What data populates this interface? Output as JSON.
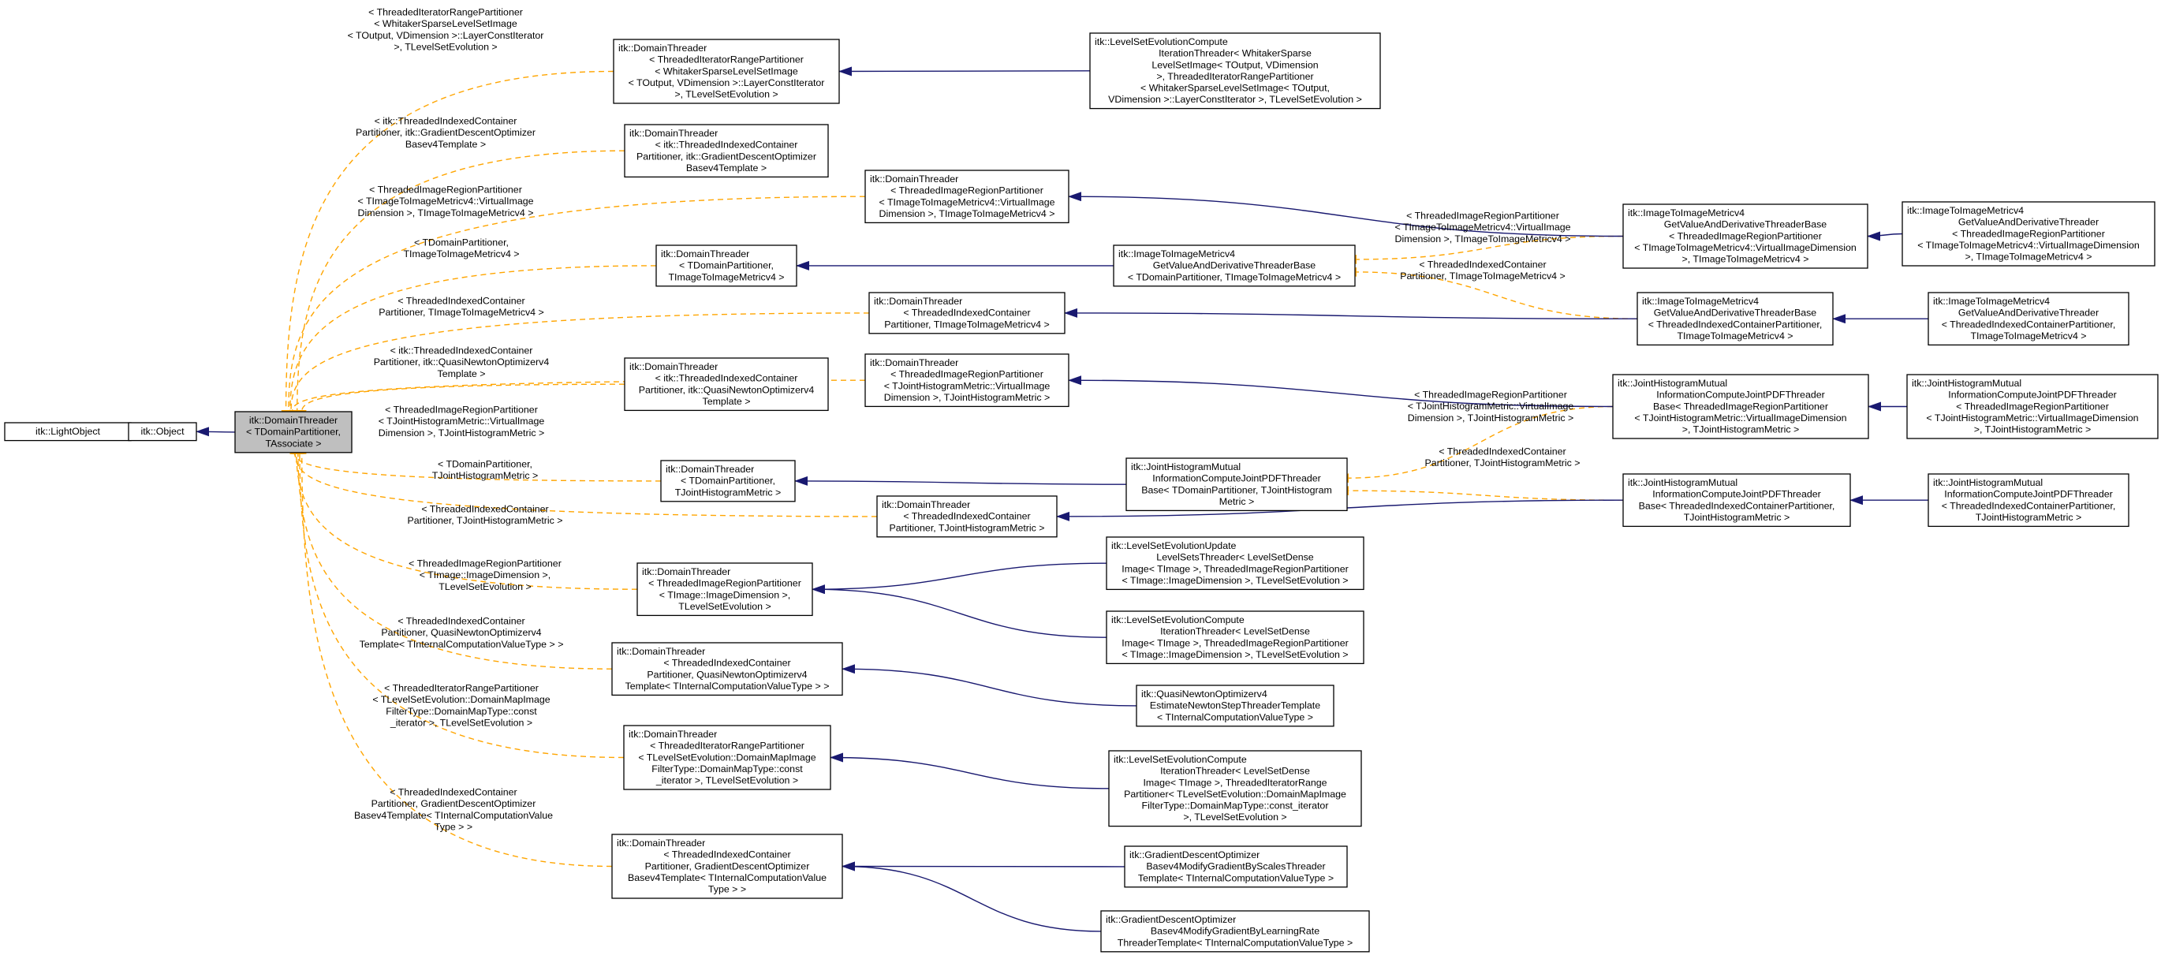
{
  "diagram": {
    "type": "inheritance-collaboration-graph",
    "colors": {
      "inheritance_edge": "#191970",
      "template_edge": "#ffa500",
      "focus_fill": "#bfbfbf",
      "node_fill": "#ffffff",
      "node_border": "#000000"
    },
    "nodes": [
      {
        "id": "lightobject",
        "lines": [
          "itk::LightObject"
        ]
      },
      {
        "id": "object",
        "lines": [
          "itk::Object"
        ]
      },
      {
        "id": "dt",
        "focus": true,
        "lines": [
          "itk::DomainThreader",
          "< TDomainPartitioner,",
          "TAssociate >"
        ]
      },
      {
        "id": "dt1",
        "lines": [
          "itk::DomainThreader",
          "< ThreadedIteratorRangePartitioner",
          "< WhitakerSparseLevelSetImage",
          "< TOutput, VDimension >::LayerConstIterator",
          ">, TLevelSetEvolution >"
        ]
      },
      {
        "id": "ls1",
        "lines": [
          "itk::LevelSetEvolutionCompute",
          "IterationThreader< WhitakerSparse",
          "LevelSetImage< TOutput, VDimension",
          ">, ThreadedIteratorRangePartitioner",
          "< WhitakerSparseLevelSetImage< TOutput,",
          "VDimension >::LayerConstIterator >, TLevelSetEvolution >"
        ]
      },
      {
        "id": "dt2",
        "lines": [
          "itk::DomainThreader",
          "< itk::ThreadedIndexedContainer",
          "Partitioner, itk::GradientDescentOptimizer",
          "Basev4Template >"
        ]
      },
      {
        "id": "dt3",
        "lines": [
          "itk::DomainThreader",
          "< ThreadedImageRegionPartitioner",
          "< TImageToImageMetricv4::VirtualImage",
          "Dimension >, TImageToImageMetricv4 >"
        ]
      },
      {
        "id": "m1",
        "lines": [
          "itk::ImageToImageMetricv4",
          "GetValueAndDerivativeThreaderBase",
          "< ThreadedImageRegionPartitioner",
          "< TImageToImageMetricv4::VirtualImageDimension",
          ">, TImageToImageMetricv4 >"
        ]
      },
      {
        "id": "m1c",
        "lines": [
          "itk::ImageToImageMetricv4",
          "GetValueAndDerivativeThreader",
          "< ThreadedImageRegionPartitioner",
          "< TImageToImageMetricv4::VirtualImageDimension",
          ">, TImageToImageMetricv4 >"
        ]
      },
      {
        "id": "dt4",
        "lines": [
          "itk::DomainThreader",
          "< TDomainPartitioner,",
          "TImageToImageMetricv4 >"
        ]
      },
      {
        "id": "m0",
        "lines": [
          "itk::ImageToImageMetricv4",
          "GetValueAndDerivativeThreaderBase",
          "< TDomainPartitioner, TImageToImageMetricv4 >"
        ]
      },
      {
        "id": "dt5",
        "lines": [
          "itk::DomainThreader",
          "< ThreadedIndexedContainer",
          "Partitioner, TImageToImageMetricv4 >"
        ]
      },
      {
        "id": "m2",
        "lines": [
          "itk::ImageToImageMetricv4",
          "GetValueAndDerivativeThreaderBase",
          "< ThreadedIndexedContainerPartitioner,",
          "TImageToImageMetricv4 >"
        ]
      },
      {
        "id": "m2c",
        "lines": [
          "itk::ImageToImageMetricv4",
          "GetValueAndDerivativeThreader",
          "< ThreadedIndexedContainerPartitioner,",
          "TImageToImageMetricv4 >"
        ]
      },
      {
        "id": "dt6",
        "lines": [
          "itk::DomainThreader",
          "< itk::ThreadedIndexedContainer",
          "Partitioner, itk::QuasiNewtonOptimizerv4",
          "Template >"
        ]
      },
      {
        "id": "dt7",
        "lines": [
          "itk::DomainThreader",
          "< ThreadedImageRegionPartitioner",
          "< TJointHistogramMetric::VirtualImage",
          "Dimension >, TJointHistogramMetric >"
        ]
      },
      {
        "id": "j1",
        "lines": [
          "itk::JointHistogramMutual",
          "InformationComputeJointPDFThreader",
          "Base< ThreadedImageRegionPartitioner",
          "< TJointHistogramMetric::VirtualImageDimension",
          ">, TJointHistogramMetric >"
        ]
      },
      {
        "id": "j1c",
        "lines": [
          "itk::JointHistogramMutual",
          "InformationComputeJointPDFThreader",
          "< ThreadedImageRegionPartitioner",
          "< TJointHistogramMetric::VirtualImageDimension",
          ">, TJointHistogramMetric >"
        ]
      },
      {
        "id": "j0",
        "lines": [
          "itk::JointHistogramMutual",
          "InformationComputeJointPDFThreader",
          "Base< TDomainPartitioner, TJointHistogram",
          "Metric >"
        ]
      },
      {
        "id": "dt8",
        "lines": [
          "itk::DomainThreader",
          "< TDomainPartitioner,",
          "TJointHistogramMetric >"
        ]
      },
      {
        "id": "dt9",
        "lines": [
          "itk::DomainThreader",
          "< ThreadedIndexedContainer",
          "Partitioner, TJointHistogramMetric >"
        ]
      },
      {
        "id": "j2",
        "lines": [
          "itk::JointHistogramMutual",
          "InformationComputeJointPDFThreader",
          "Base< ThreadedIndexedContainerPartitioner,",
          "TJointHistogramMetric >"
        ]
      },
      {
        "id": "j2c",
        "lines": [
          "itk::JointHistogramMutual",
          "InformationComputeJointPDFThreader",
          "< ThreadedIndexedContainerPartitioner,",
          "TJointHistogramMetric >"
        ]
      },
      {
        "id": "dt10",
        "lines": [
          "itk::DomainThreader",
          "< ThreadedImageRegionPartitioner",
          "< TImage::ImageDimension >,",
          "TLevelSetEvolution >"
        ]
      },
      {
        "id": "ls2",
        "lines": [
          "itk::LevelSetEvolutionUpdate",
          "LevelSetsThreader< LevelSetDense",
          "Image< TImage >, ThreadedImageRegionPartitioner",
          "< TImage::ImageDimension >, TLevelSetEvolution >"
        ]
      },
      {
        "id": "ls3",
        "lines": [
          "itk::LevelSetEvolutionCompute",
          "IterationThreader< LevelSetDense",
          "Image< TImage >, ThreadedImageRegionPartitioner",
          "< TImage::ImageDimension >, TLevelSetEvolution >"
        ]
      },
      {
        "id": "dt11",
        "lines": [
          "itk::DomainThreader",
          "< ThreadedIndexedContainer",
          "Partitioner, QuasiNewtonOptimizerv4",
          "Template< TInternalComputationValueType > >"
        ]
      },
      {
        "id": "qn",
        "lines": [
          "itk::QuasiNewtonOptimizerv4",
          "EstimateNewtonStepThreaderTemplate",
          "< TInternalComputationValueType >"
        ]
      },
      {
        "id": "dt12",
        "lines": [
          "itk::DomainThreader",
          "< ThreadedIteratorRangePartitioner",
          "< TLevelSetEvolution::DomainMapImage",
          "FilterType::DomainMapType::const",
          "_iterator >, TLevelSetEvolution >"
        ]
      },
      {
        "id": "ls4",
        "lines": [
          "itk::LevelSetEvolutionCompute",
          "IterationThreader< LevelSetDense",
          "Image< TImage >, ThreadedIteratorRange",
          "Partitioner< TLevelSetEvolution::DomainMapImage",
          "FilterType::DomainMapType::const_iterator",
          ">, TLevelSetEvolution >"
        ]
      },
      {
        "id": "dt13",
        "lines": [
          "itk::DomainThreader",
          "< ThreadedIndexedContainer",
          "Partitioner, GradientDescentOptimizer",
          "Basev4Template< TInternalComputationValue",
          "Type > >"
        ]
      },
      {
        "id": "gd1",
        "lines": [
          "itk::GradientDescentOptimizer",
          "Basev4ModifyGradientByScalesThreader",
          "Template< TInternalComputationValueType >"
        ]
      },
      {
        "id": "gd2",
        "lines": [
          "itk::GradientDescentOptimizer",
          "Basev4ModifyGradientByLearningRate",
          "ThreaderTemplate< TInternalComputationValueType >"
        ]
      }
    ],
    "template_labels": [
      {
        "id": "l1",
        "lines": [
          "< ThreadedIteratorRangePartitioner",
          "< WhitakerSparseLevelSetImage",
          "< TOutput, VDimension >::LayerConstIterator",
          ">, TLevelSetEvolution >"
        ]
      },
      {
        "id": "l2",
        "lines": [
          "< itk::ThreadedIndexedContainer",
          "Partitioner, itk::GradientDescentOptimizer",
          "Basev4Template >"
        ]
      },
      {
        "id": "l3",
        "lines": [
          "< ThreadedImageRegionPartitioner",
          "< TImageToImageMetricv4::VirtualImage",
          "Dimension >, TImageToImageMetricv4 >"
        ]
      },
      {
        "id": "l4",
        "lines": [
          "< TDomainPartitioner,",
          "TImageToImageMetricv4 >"
        ]
      },
      {
        "id": "l5",
        "lines": [
          "< ThreadedIndexedContainer",
          "Partitioner, TImageToImageMetricv4 >"
        ]
      },
      {
        "id": "l6",
        "lines": [
          "< itk::ThreadedIndexedContainer",
          "Partitioner, itk::QuasiNewtonOptimizerv4",
          "Template >"
        ]
      },
      {
        "id": "l7",
        "lines": [
          "< ThreadedImageRegionPartitioner",
          "< TJointHistogramMetric::VirtualImage",
          "Dimension >, TJointHistogramMetric >"
        ]
      },
      {
        "id": "l8",
        "lines": [
          "< TDomainPartitioner,",
          "TJointHistogramMetric >"
        ]
      },
      {
        "id": "l9",
        "lines": [
          "< ThreadedIndexedContainer",
          "Partitioner, TJointHistogramMetric >"
        ]
      },
      {
        "id": "l10",
        "lines": [
          "< ThreadedImageRegionPartitioner",
          "< TImage::ImageDimension >,",
          "TLevelSetEvolution >"
        ]
      },
      {
        "id": "l11",
        "lines": [
          "< ThreadedIndexedContainer",
          "Partitioner, QuasiNewtonOptimizerv4",
          "Template< TInternalComputationValueType > >"
        ]
      },
      {
        "id": "l12",
        "lines": [
          "< ThreadedIteratorRangePartitioner",
          "< TLevelSetEvolution::DomainMapImage",
          "FilterType::DomainMapType::const",
          "_iterator >, TLevelSetEvolution >"
        ]
      },
      {
        "id": "l13",
        "lines": [
          "< ThreadedIndexedContainer",
          "Partitioner, GradientDescentOptimizer",
          "Basev4Template< TInternalComputationValue",
          "Type > >"
        ]
      },
      {
        "id": "l14",
        "lines": [
          "< ThreadedImageRegionPartitioner",
          "< TImageToImageMetricv4::VirtualImage",
          "Dimension >, TImageToImageMetricv4 >"
        ]
      },
      {
        "id": "l15",
        "lines": [
          "< ThreadedIndexedContainer",
          "Partitioner, TImageToImageMetricv4 >"
        ]
      },
      {
        "id": "l16",
        "lines": [
          "< ThreadedImageRegionPartitioner",
          "< TJointHistogramMetric::VirtualImage",
          "Dimension >, TJointHistogramMetric >"
        ]
      },
      {
        "id": "l17",
        "lines": [
          "< ThreadedIndexedContainer",
          "Partitioner, TJointHistogramMetric >"
        ]
      }
    ],
    "inheritance_edges": [
      [
        "object",
        "lightobject"
      ],
      [
        "dt",
        "object"
      ],
      [
        "ls1",
        "dt1"
      ],
      [
        "m1",
        "dt3"
      ],
      [
        "m1c",
        "m1"
      ],
      [
        "m0",
        "dt4"
      ],
      [
        "m2",
        "dt5"
      ],
      [
        "m2c",
        "m2"
      ],
      [
        "j1",
        "dt7"
      ],
      [
        "j1c",
        "j1"
      ],
      [
        "j0",
        "dt8"
      ],
      [
        "j2",
        "dt9"
      ],
      [
        "j2c",
        "j2"
      ],
      [
        "ls2",
        "dt10"
      ],
      [
        "ls3",
        "dt10"
      ],
      [
        "qn",
        "dt11"
      ],
      [
        "ls4",
        "dt12"
      ],
      [
        "gd1",
        "dt13"
      ],
      [
        "gd2",
        "dt13"
      ]
    ],
    "template_edges": [
      [
        "dt1",
        "dt",
        "l1"
      ],
      [
        "dt2",
        "dt",
        "l2"
      ],
      [
        "dt3",
        "dt",
        "l3"
      ],
      [
        "dt4",
        "dt",
        "l4"
      ],
      [
        "dt5",
        "dt",
        "l5"
      ],
      [
        "dt6",
        "dt",
        "l6"
      ],
      [
        "dt7",
        "dt",
        "l7"
      ],
      [
        "dt8",
        "dt",
        "l8"
      ],
      [
        "dt9",
        "dt",
        "l9"
      ],
      [
        "dt10",
        "dt",
        "l10"
      ],
      [
        "dt11",
        "dt",
        "l11"
      ],
      [
        "dt12",
        "dt",
        "l12"
      ],
      [
        "dt13",
        "dt",
        "l13"
      ],
      [
        "m1",
        "m0",
        "l14"
      ],
      [
        "m2",
        "m0",
        "l15"
      ],
      [
        "j1",
        "j0",
        "l16"
      ],
      [
        "j2",
        "j0",
        "l17"
      ]
    ]
  }
}
